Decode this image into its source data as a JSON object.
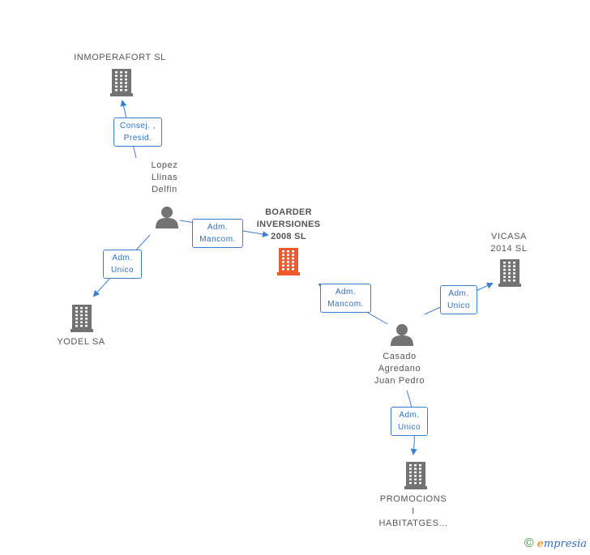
{
  "center": {
    "label": "BOARDER\nINVERSIONES\n2008 SL",
    "color": "#f15a2b"
  },
  "companies": {
    "inmoperafort": "INMOPERAFORT SL",
    "yodel": "YODEL SA",
    "vicasa": "VICASA\n2014 SL",
    "promocions": "PROMOCIONS\nI\nHABITATGES..."
  },
  "persons": {
    "lopez": "Lopez\nLlinas\nDelfin",
    "casado": "Casado\nAgredano\nJuan Pedro"
  },
  "edges": {
    "lopez_inmoperafort": "Consej. ,\nPresid.",
    "lopez_boarder": "Adm.\nMancom.",
    "lopez_yodel": "Adm.\nUnico",
    "casado_boarder": "Adm.\nMancom.",
    "casado_vicasa": "Adm.\nUnico",
    "casado_promocions": "Adm.\nUnico"
  },
  "colors": {
    "node": "#737373",
    "edge": "#3b7fd1",
    "center": "#f15a2b"
  },
  "footer": {
    "copyright": "©",
    "brand_initial": "e",
    "brand_rest": "mpresia"
  }
}
